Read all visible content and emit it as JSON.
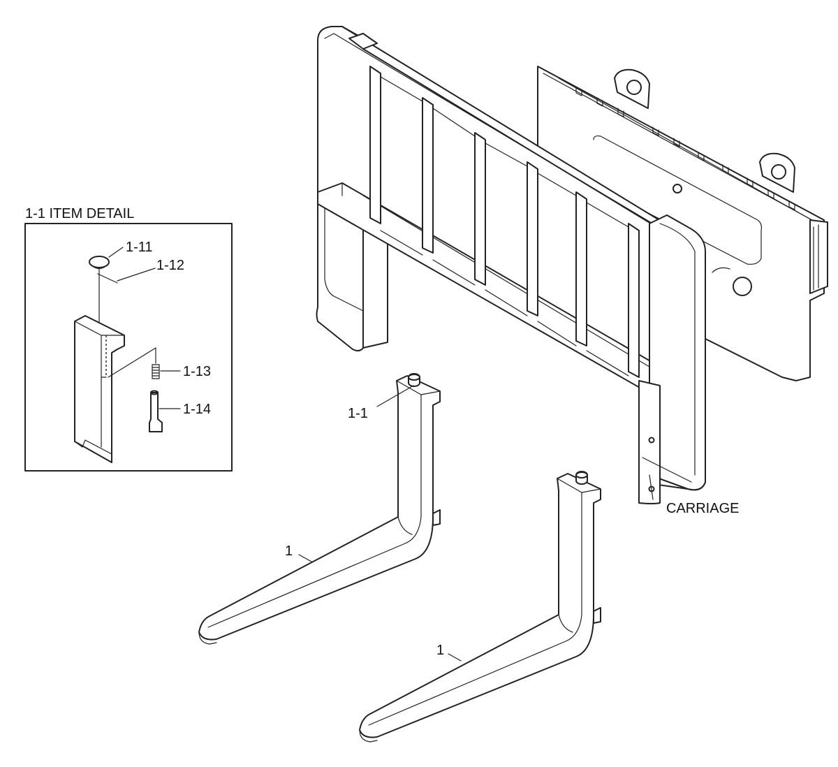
{
  "detail": {
    "title": "1-1 ITEM DETAIL"
  },
  "labels": {
    "p1_11": "1-11",
    "p1_12": "1-12",
    "p1_13": "1-13",
    "p1_14": "1-14",
    "p1_1": "1-1",
    "fork_left": "1",
    "fork_right": "1",
    "carriage": "CARRIAGE"
  }
}
